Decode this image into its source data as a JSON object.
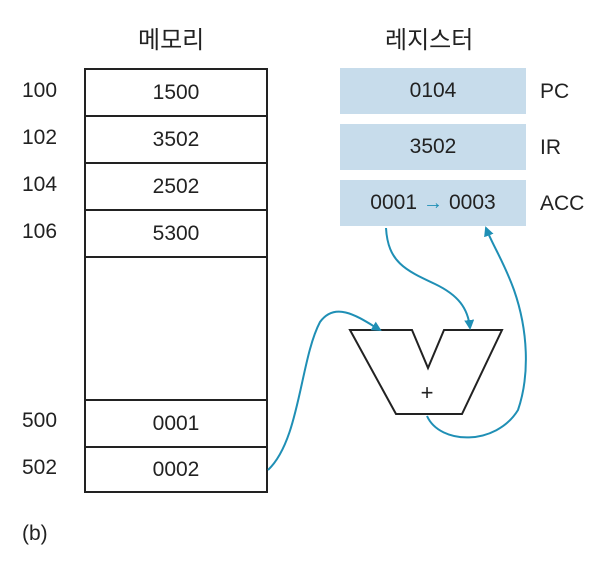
{
  "memory": {
    "title": "메모리",
    "cells": [
      {
        "address": "100",
        "value": "1500"
      },
      {
        "address": "102",
        "value": "3502"
      },
      {
        "address": "104",
        "value": "2502"
      },
      {
        "address": "106",
        "value": "5300"
      },
      {
        "address": "",
        "value": ""
      },
      {
        "address": "500",
        "value": "0001"
      },
      {
        "address": "502",
        "value": "0002"
      }
    ]
  },
  "registers": {
    "title": "레지스터",
    "items": [
      {
        "name": "PC",
        "value": "0104"
      },
      {
        "name": "IR",
        "value": "3502"
      },
      {
        "name": "ACC",
        "value_before": "0001",
        "value_after": "0003"
      }
    ]
  },
  "alu": {
    "operator": "+"
  },
  "caption": "(b)",
  "colors": {
    "register_fill": "#c7dceb",
    "arrow": "#1f8fb5",
    "outline": "#222222"
  }
}
